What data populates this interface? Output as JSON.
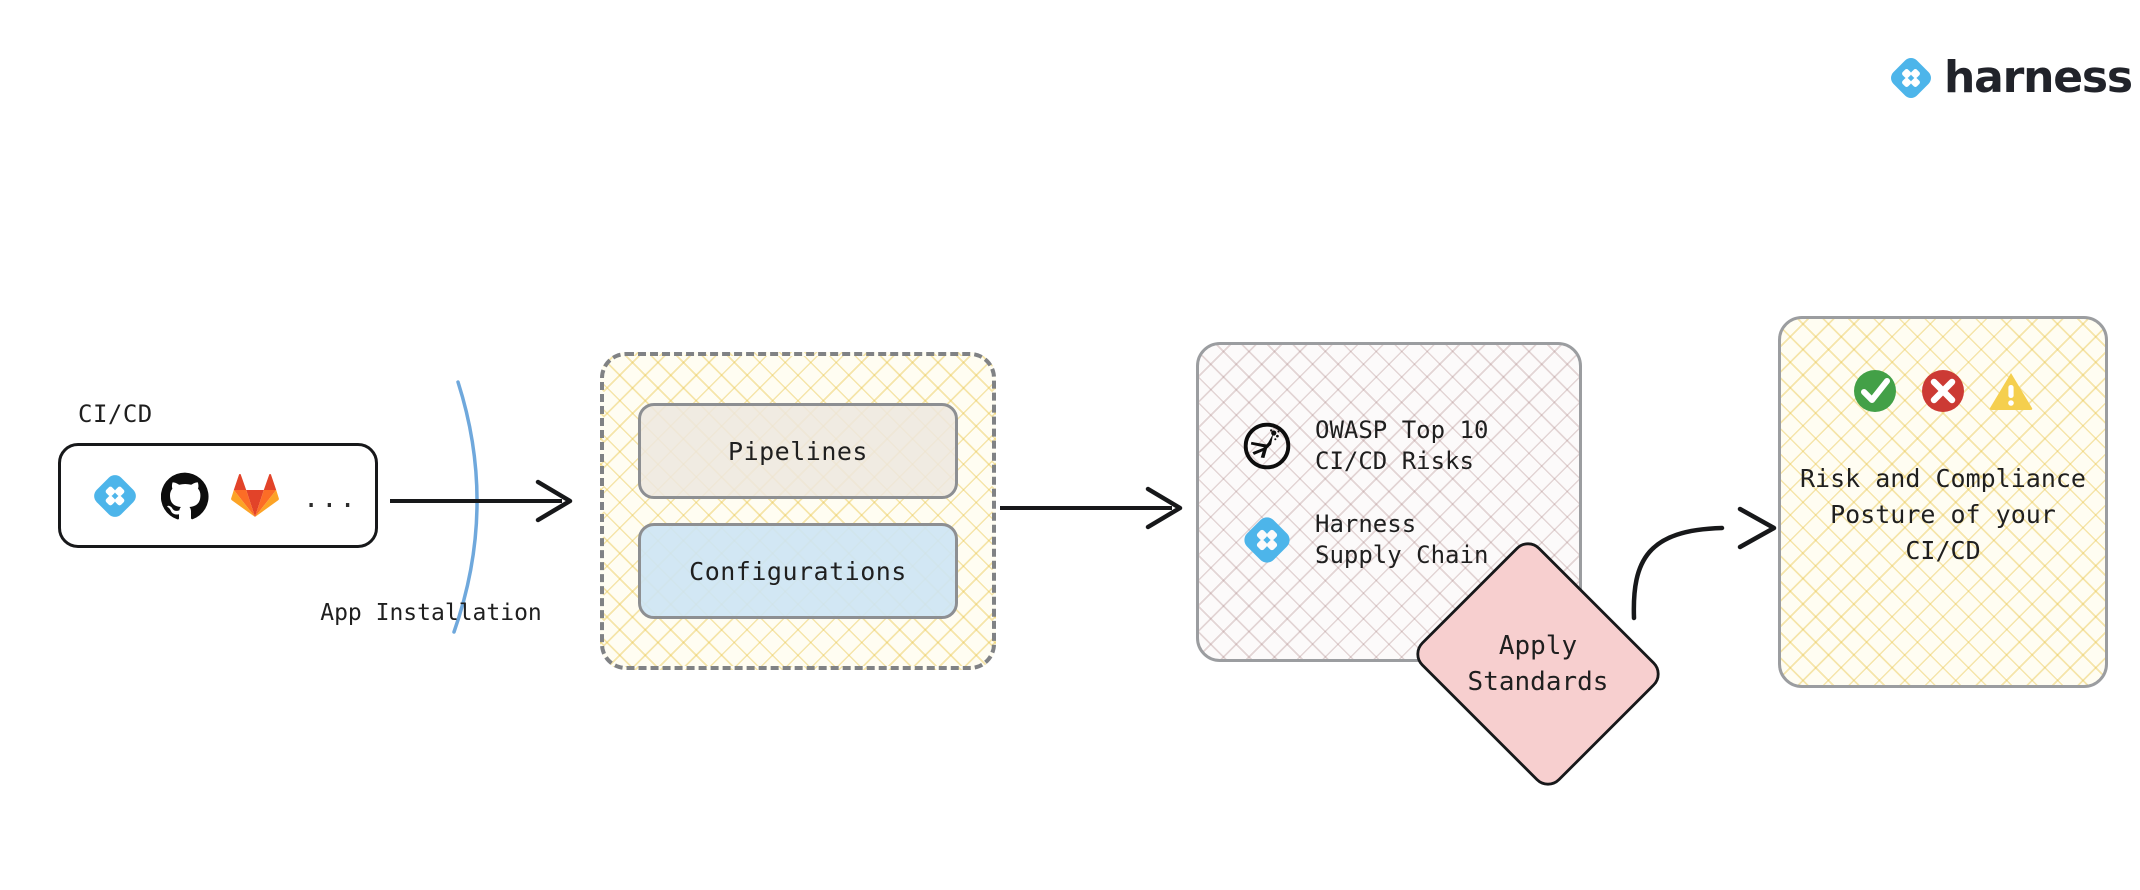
{
  "brand": {
    "name": "harness",
    "logo_icon": "harness-diamond-icon",
    "accent": "#4db5ea"
  },
  "source": {
    "label": "CI/CD",
    "providers": [
      {
        "name": "harness",
        "icon": "harness-diamond-icon"
      },
      {
        "name": "github",
        "icon": "github-octocat-icon"
      },
      {
        "name": "gitlab",
        "icon": "gitlab-fox-icon"
      }
    ],
    "more": "..."
  },
  "boundary": {
    "label": "App\nInstallation",
    "arc_color": "#6fa8dc"
  },
  "artifacts": {
    "cards": [
      {
        "label": "Pipelines",
        "color": "#ede7df"
      },
      {
        "label": "Configurations",
        "color": "#cde4f4"
      }
    ]
  },
  "standards": {
    "rows": [
      {
        "icon": "owasp-dragonfly-icon",
        "text": "OWASP Top 10\nCI/CD Risks"
      },
      {
        "icon": "harness-diamond-icon",
        "text": "Harness\nSupply Chain"
      }
    ]
  },
  "apply": {
    "label": "Apply\nStandards",
    "fill": "#f7cfcf"
  },
  "outcome": {
    "icons": [
      {
        "name": "check-circle-icon",
        "color": "#43a047"
      },
      {
        "name": "x-circle-icon",
        "color": "#cc3a34"
      },
      {
        "name": "warning-triangle-icon",
        "color": "#f5cf4e"
      }
    ],
    "text": "Risk and Compliance\nPosture of your\nCI/CD"
  }
}
